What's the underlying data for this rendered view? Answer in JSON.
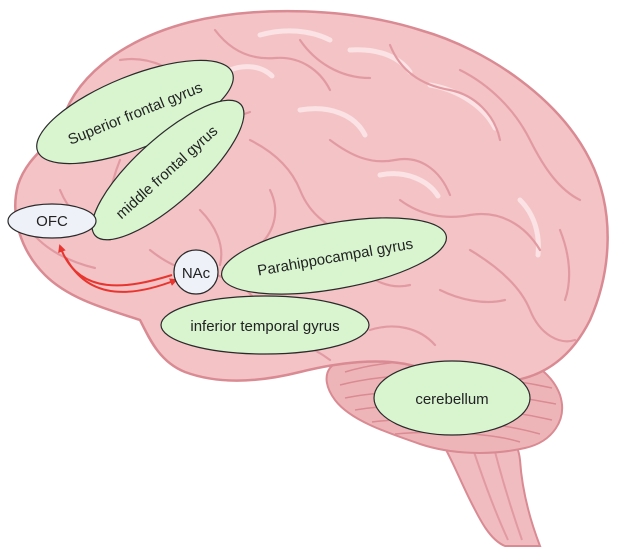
{
  "labels": {
    "superior_frontal": "Superior frontal gyrus",
    "middle_frontal": "middle frontal gyrus",
    "ofc": "OFC",
    "nac": "NAc",
    "parahippocampal": "Parahippocampal gyrus",
    "inferior_temporal": "inferior temporal gyrus",
    "cerebellum": "cerebellum"
  },
  "colors": {
    "brain_fill": "#f4c3c6",
    "brain_outline": "#d98a92",
    "sulcus": "#e29aa2",
    "highlight": "#fbe2e4",
    "cerebellum_fill": "#eeb5b9",
    "stem_fill": "#f0bcc0",
    "region_fill": "#d8f5d0",
    "region_outline": "#2a2a2a",
    "node_fill": "#eef1f8",
    "arrow": "#e8352f"
  }
}
